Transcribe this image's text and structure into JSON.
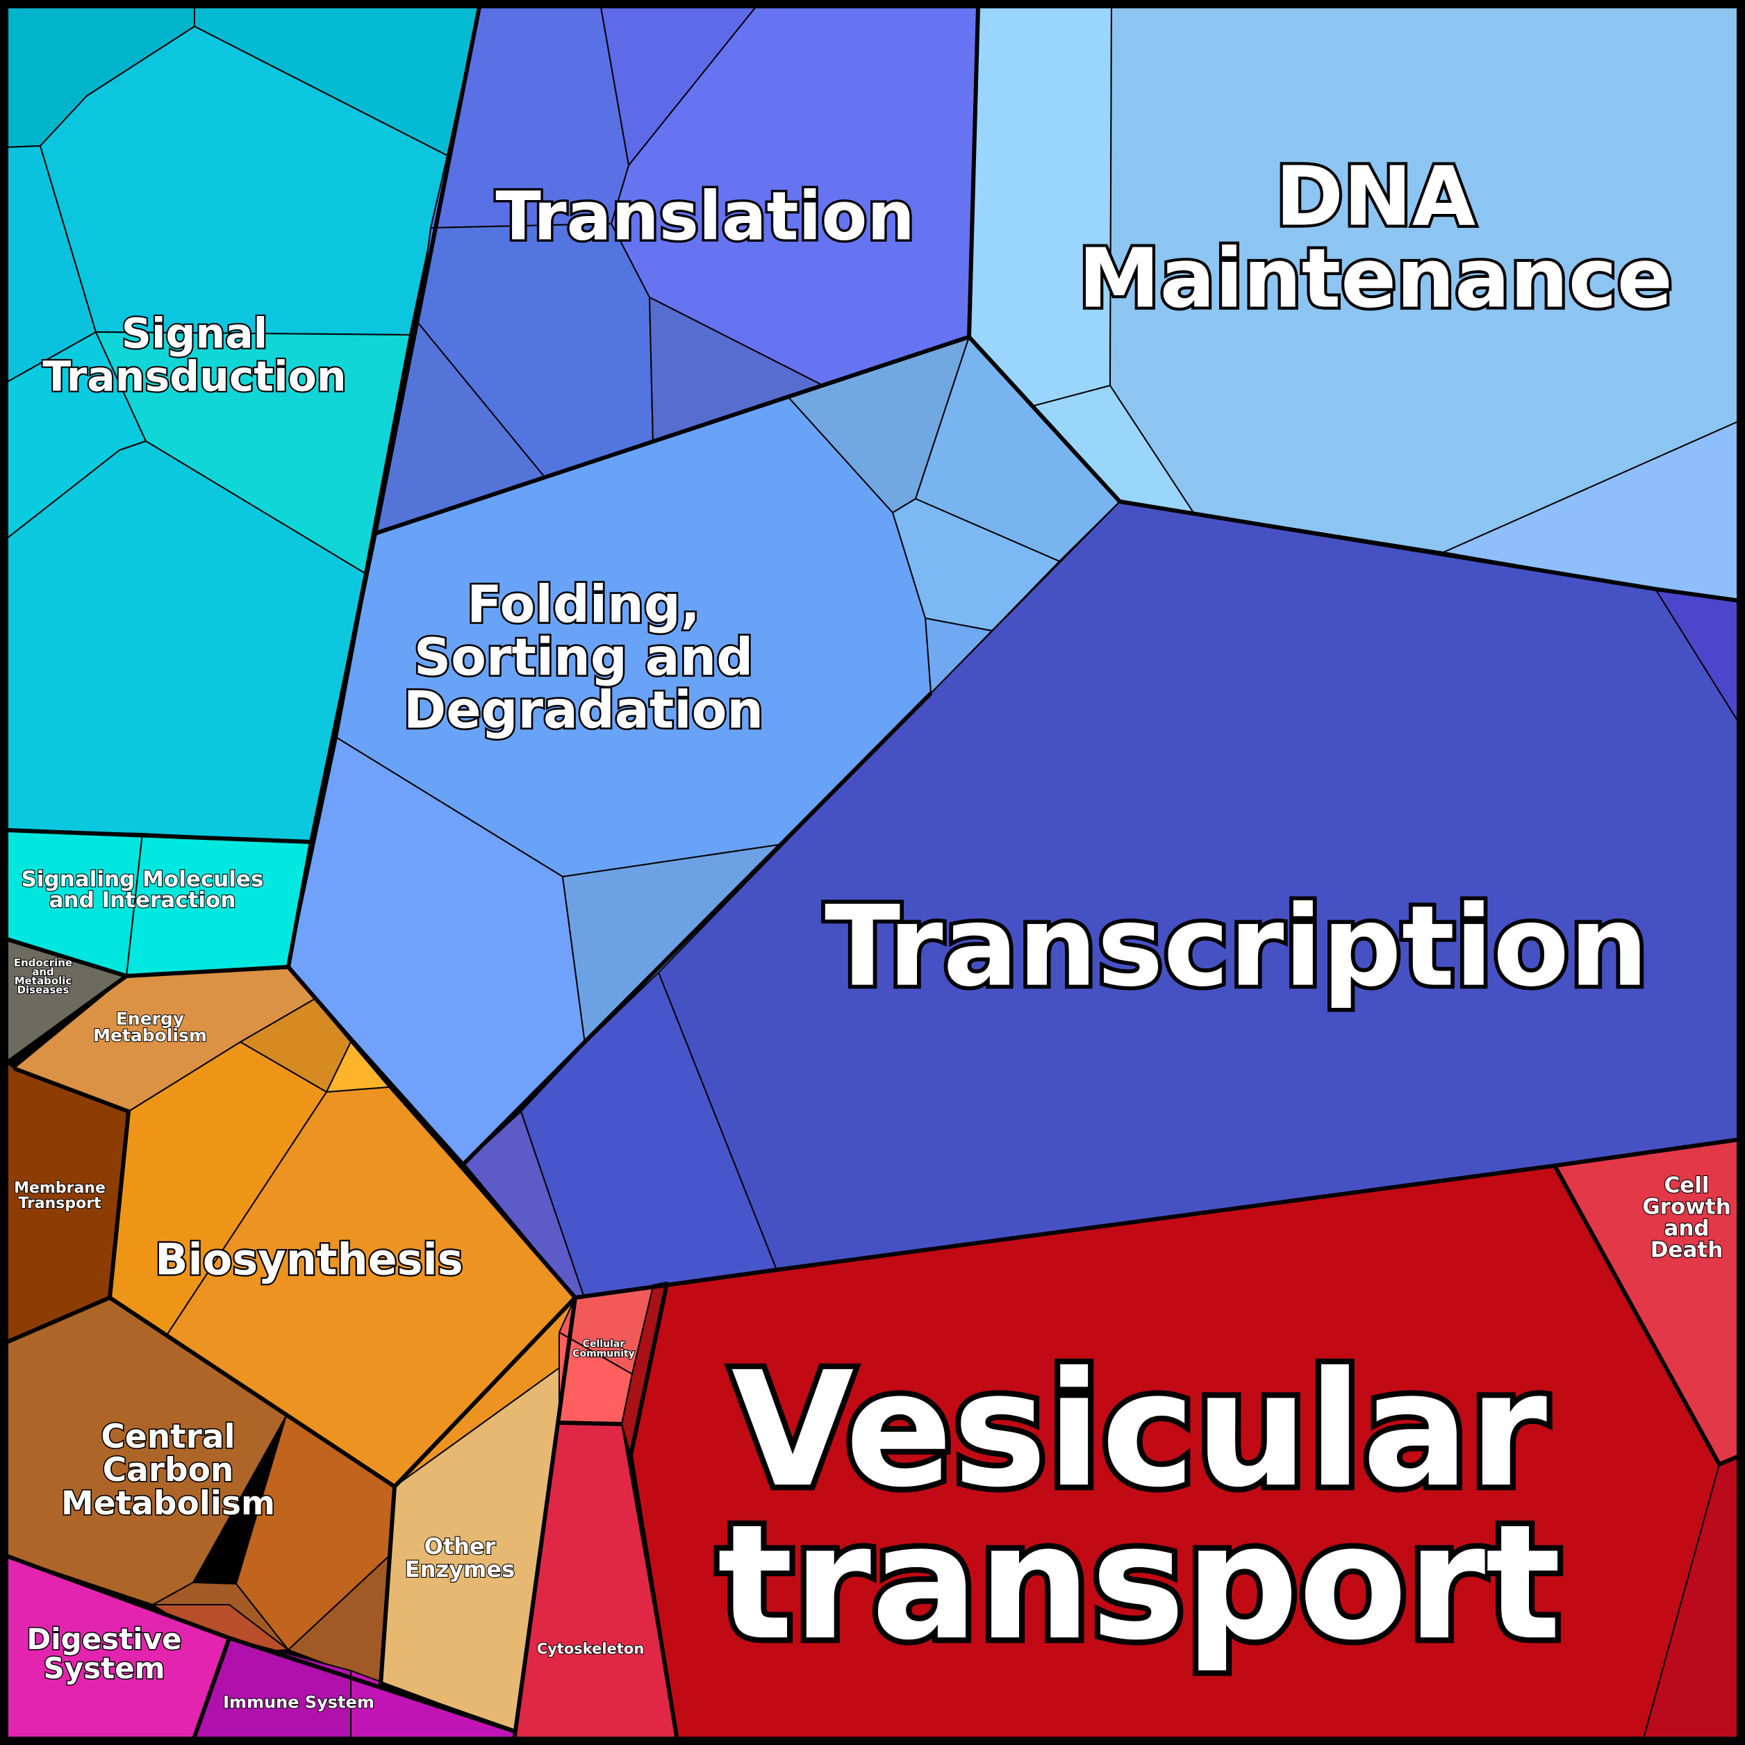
{
  "diagram": {
    "type": "voronoi-treemap",
    "groups": [
      {
        "key": "translation",
        "label": [
          "Translation"
        ],
        "color": "#6572F0"
      },
      {
        "key": "dna_maintenance",
        "label": [
          "DNA",
          "Maintenance"
        ],
        "color": "#8DC5F2"
      },
      {
        "key": "signal_transduction",
        "label": [
          "Signal",
          "Transduction"
        ],
        "color": "#0AC8E0"
      },
      {
        "key": "folding",
        "label": [
          "Folding,",
          "Sorting and",
          "Degradation"
        ],
        "color": "#69A3F7"
      },
      {
        "key": "transcription",
        "label": [
          "Transcription"
        ],
        "color": "#4652C4"
      },
      {
        "key": "signaling_molecules",
        "label": [
          "Signaling Molecules",
          "and Interaction"
        ],
        "color": "#00E8E0"
      },
      {
        "key": "endocrine",
        "label": [
          "Endocrine",
          "and",
          "Metabolic",
          "Diseases"
        ],
        "color": "#6B6B60"
      },
      {
        "key": "energy_metabolism",
        "label": [
          "Energy",
          "Metabolism"
        ],
        "color": "#DA9244"
      },
      {
        "key": "membrane_transport",
        "label": [
          "Membrane",
          "Transport"
        ],
        "color": "#8E3D02"
      },
      {
        "key": "biosynthesis",
        "label": [
          "Biosynthesis"
        ],
        "color": "#EC9322"
      },
      {
        "key": "central_carbon",
        "label": [
          "Central",
          "Carbon",
          "Metabolism"
        ],
        "color": "#AE6628"
      },
      {
        "key": "other_enzymes",
        "label": [
          "Other",
          "Enzymes"
        ],
        "color": "#E6B872"
      },
      {
        "key": "digestive",
        "label": [
          "Digestive",
          "System"
        ],
        "color": "#E224AE"
      },
      {
        "key": "immune",
        "label": [
          "Immune System"
        ],
        "color": "#B010AC"
      },
      {
        "key": "cellular_community",
        "label": [
          "Cellular",
          "Community"
        ],
        "color": "#F25A5A"
      },
      {
        "key": "cytoskeleton",
        "label": [
          "Cytoskeleton"
        ],
        "color": "#E02846"
      },
      {
        "key": "vesicular_transport",
        "label": [
          "Vesicular",
          "transport"
        ],
        "color": "#C20A14"
      },
      {
        "key": "cell_growth",
        "label": [
          "Cell",
          "Growth",
          "and",
          "Death"
        ],
        "color": "#E23848"
      }
    ]
  }
}
